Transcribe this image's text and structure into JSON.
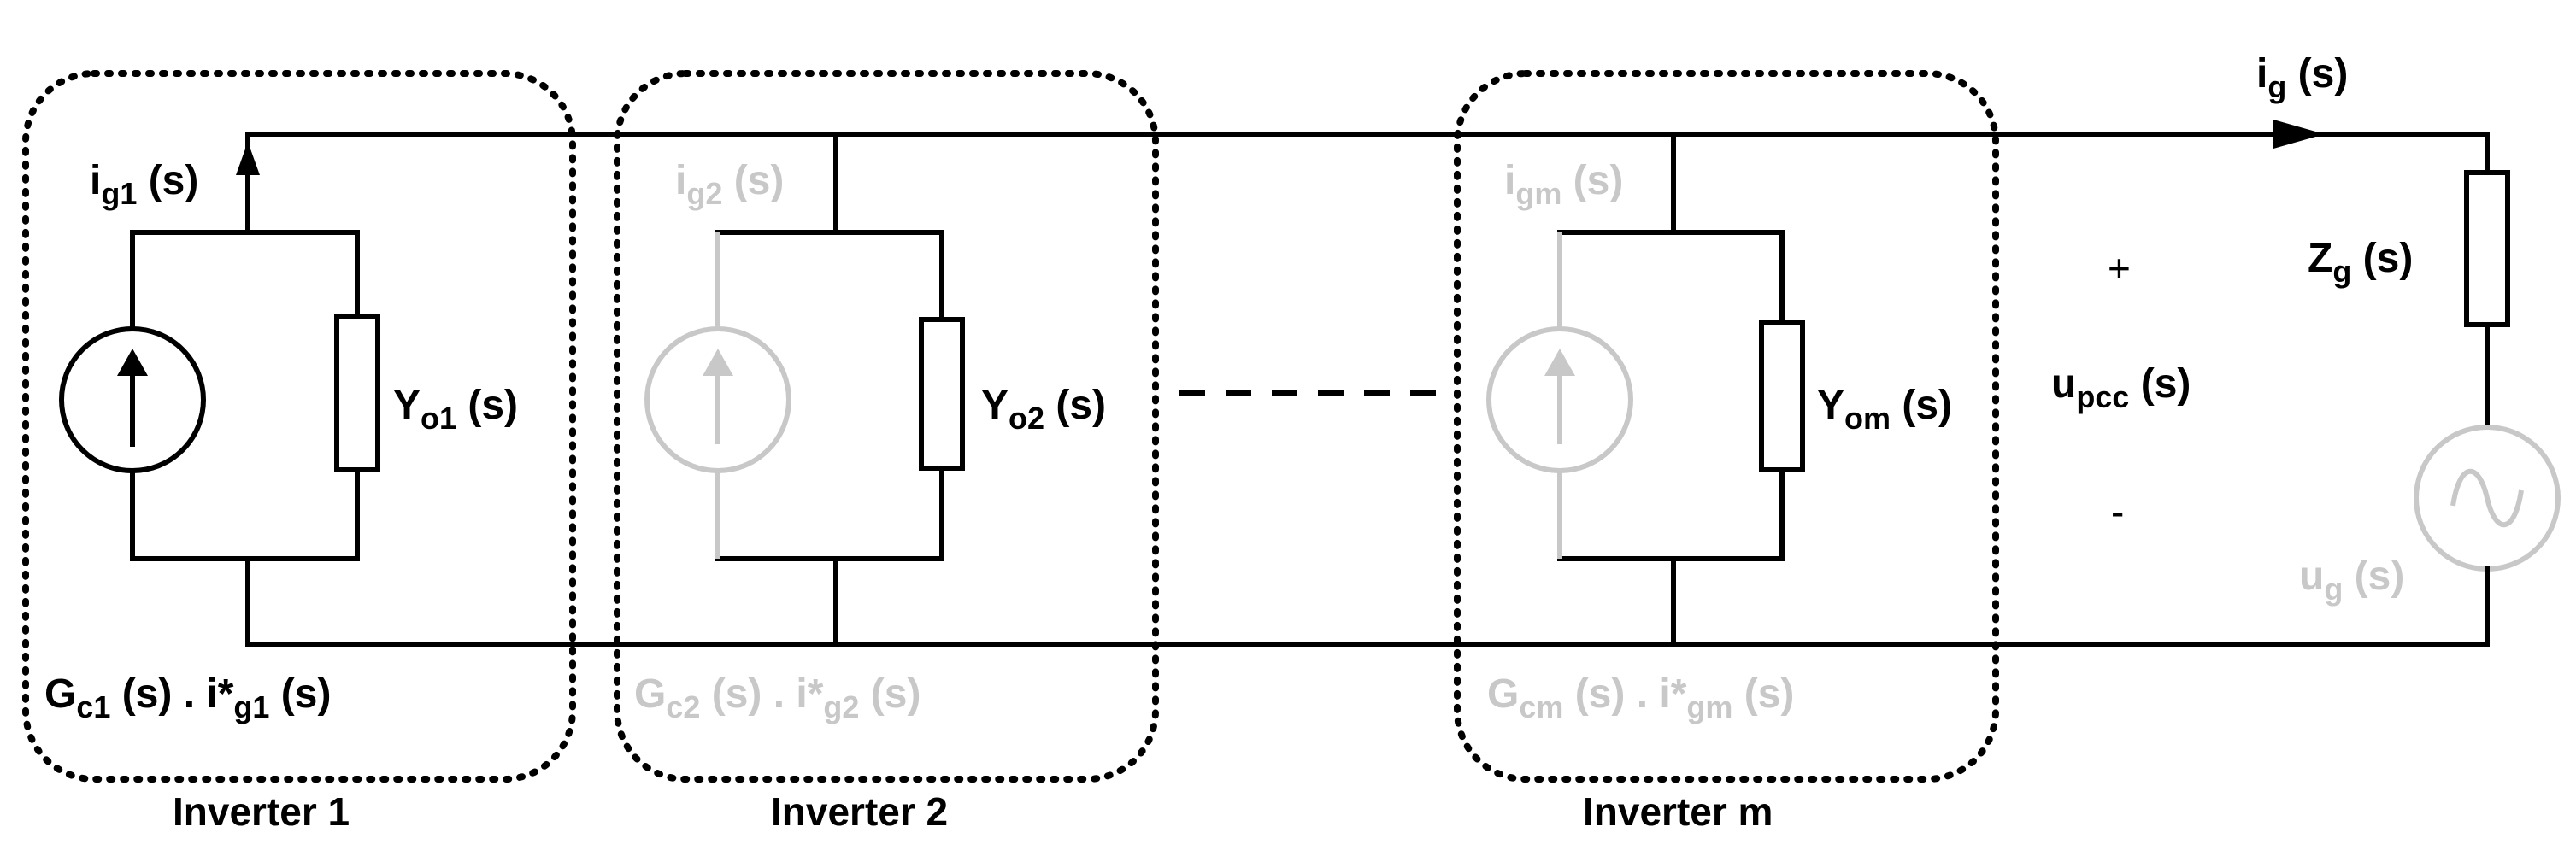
{
  "inverters": [
    {
      "title": "Inverter 1",
      "current_label": "i",
      "current_sub": "g1",
      "current_suffix": " (s)",
      "admittance_label": "Y",
      "admittance_sub": "o1",
      "admittance_suffix": " (s)",
      "source_label_a": "G",
      "source_sub_a": "c1",
      "source_mid": " (s) . i*",
      "source_sub_b": "g1",
      "source_suffix": " (s)"
    },
    {
      "title": "Inverter 2",
      "current_label": "i",
      "current_sub": "g2",
      "current_suffix": " (s)",
      "admittance_label": "Y",
      "admittance_sub": "o2",
      "admittance_suffix": " (s)",
      "source_label_a": "G",
      "source_sub_a": "c2",
      "source_mid": " (s) . i*",
      "source_sub_b": "g2",
      "source_suffix": " (s)"
    },
    {
      "title": "Inverter m",
      "current_label": "i",
      "current_sub": "gm",
      "current_suffix": " (s)",
      "admittance_label": "Y",
      "admittance_sub": "om",
      "admittance_suffix": " (s)",
      "source_label_a": "G",
      "source_sub_a": "cm",
      "source_mid": " (s) . i*",
      "source_sub_b": "gm",
      "source_suffix": " (s)"
    }
  ],
  "grid": {
    "current_label": "i",
    "current_sub": "g",
    "current_suffix": " (s)",
    "impedance_label": "Z",
    "impedance_sub": "g",
    "impedance_suffix": " (s)",
    "voltage_label": "u",
    "voltage_sub": "g",
    "voltage_suffix": " (s)"
  },
  "pcc": {
    "plus": "+",
    "minus": "-",
    "label": "u",
    "sub": "pcc",
    "suffix": " (s)"
  }
}
